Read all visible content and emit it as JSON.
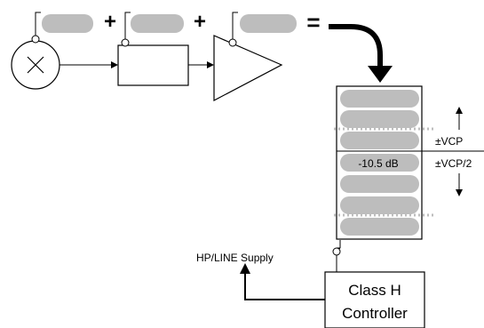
{
  "operators": {
    "plus": "+",
    "equals": "="
  },
  "meter": {
    "level_label": "-10.5 dB"
  },
  "thresholds": {
    "upper": "±VCP",
    "lower": "±VCP/2"
  },
  "supply": {
    "label": "HP/LINE Supply"
  },
  "controller": {
    "line1": "Class H",
    "line2": "Controller"
  },
  "colors": {
    "pill": "#bdbdbd",
    "stroke": "#000000",
    "dots": "#bdbdbd"
  }
}
